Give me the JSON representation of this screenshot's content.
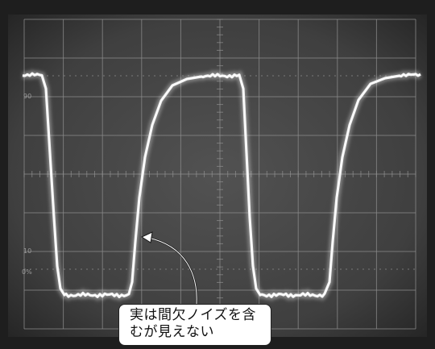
{
  "photo": {
    "subject": "oscilloscope screen photo",
    "trace_color": "#f4f4f4",
    "screen_color": "#3e3e3e",
    "graticule_color": "#8c8c8c",
    "scale_marks": [
      "90",
      "10",
      "0%"
    ]
  },
  "annotation": {
    "line1": "実は間欠ノイズを含",
    "line2": "むが見えない"
  }
}
